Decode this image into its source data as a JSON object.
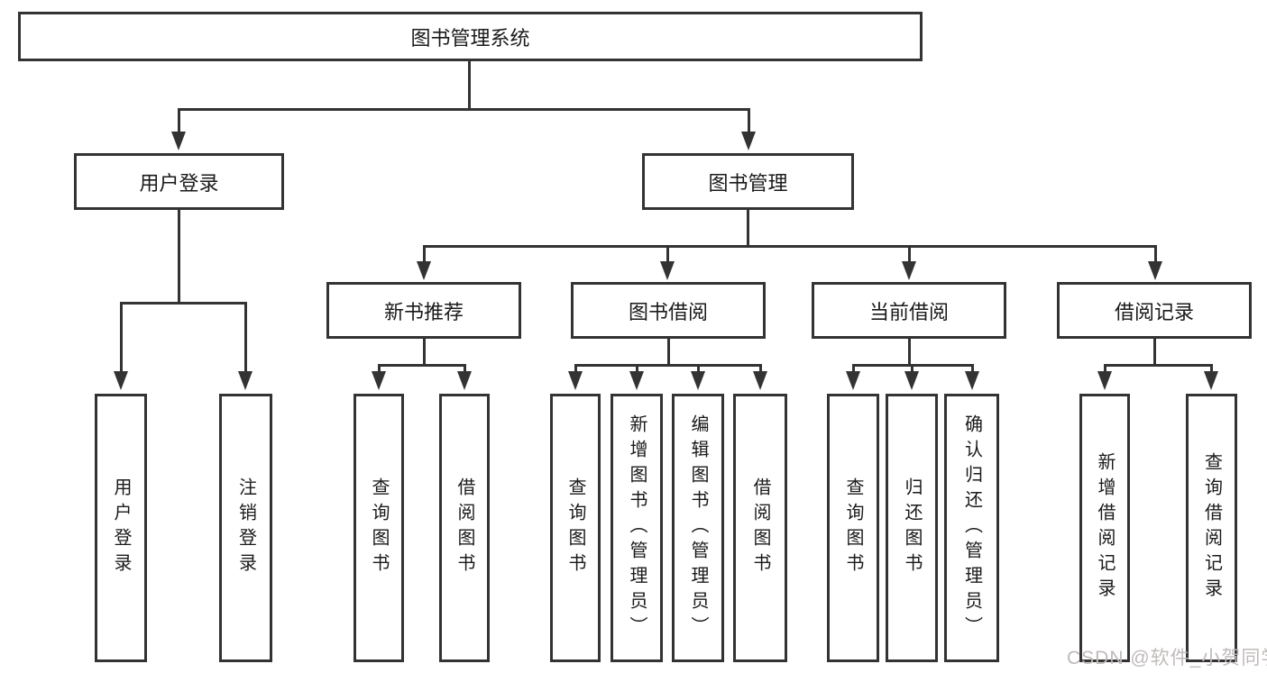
{
  "tree": {
    "root": {
      "label": "图书管理系统",
      "children": [
        {
          "label": "用户登录",
          "children": [
            {
              "label": "用户登录"
            },
            {
              "label": "注销登录"
            }
          ]
        },
        {
          "label": "图书管理",
          "children": [
            {
              "label": "新书推荐",
              "children": [
                {
                  "label": "查询图书"
                },
                {
                  "label": "借阅图书"
                }
              ]
            },
            {
              "label": "图书借阅",
              "children": [
                {
                  "label": "查询图书"
                },
                {
                  "label": "新增图书（管理员）"
                },
                {
                  "label": "编辑图书（管理员）"
                },
                {
                  "label": "借阅图书"
                }
              ]
            },
            {
              "label": "当前借阅",
              "children": [
                {
                  "label": "查询图书"
                },
                {
                  "label": "归还图书"
                },
                {
                  "label": "确认归还（管理员）"
                }
              ]
            },
            {
              "label": "借阅记录",
              "children": [
                {
                  "label": "新增借阅记录"
                },
                {
                  "label": "查询借阅记录"
                }
              ]
            }
          ]
        }
      ]
    }
  },
  "watermark": {
    "text": "CSDN @软件_小贺同学"
  },
  "colors": {
    "line": "#333333",
    "node_border": "#333333",
    "text": "#1a1a1a",
    "watermark": "#c0baba",
    "background": "#ffffff"
  }
}
